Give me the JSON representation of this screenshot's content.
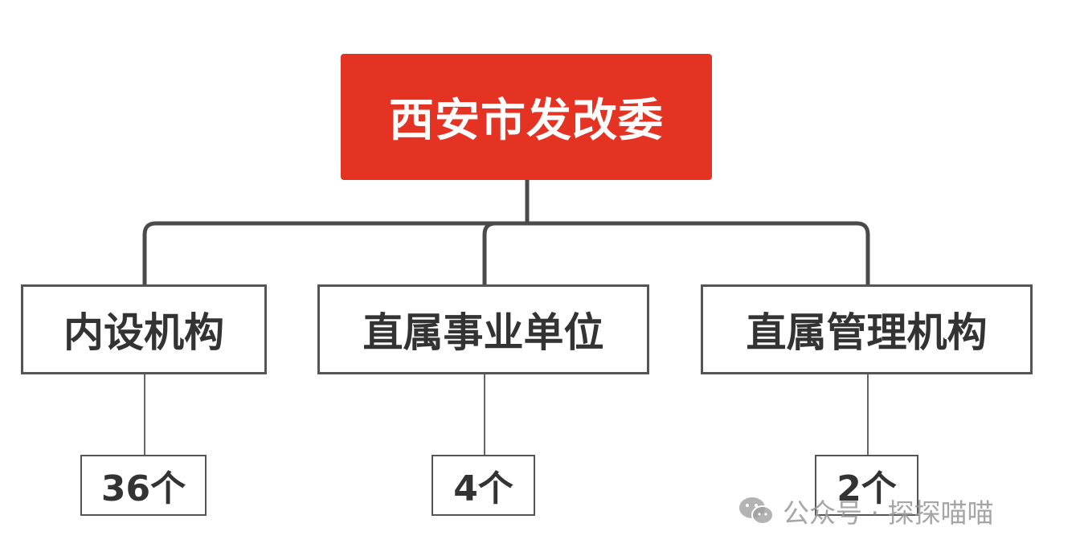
{
  "root": {
    "label": "西安市发改委",
    "color": "#e53323"
  },
  "branches": [
    {
      "category": "内设机构",
      "count": "36个"
    },
    {
      "category": "直属事业单位",
      "count": "4个"
    },
    {
      "category": "直属管理机构",
      "count": "2个"
    }
  ],
  "watermark": {
    "text": "公众号 · 探探喵喵",
    "icon": "wechat-icon"
  }
}
